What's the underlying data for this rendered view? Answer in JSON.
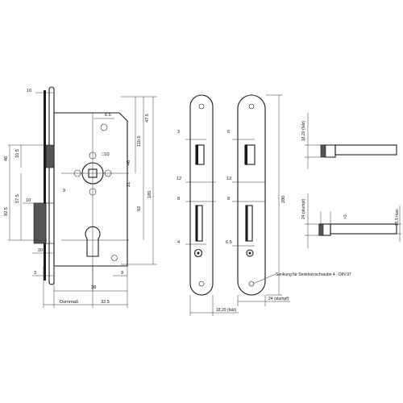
{
  "labels": {
    "d10_top": "10",
    "d6_5": "6.5",
    "d47_5": "47.5",
    "d110_5": "110.5",
    "d185": "185",
    "d46_right": "46",
    "d10_square": "□10",
    "d9_spindle": "9",
    "d21": "21",
    "d92": "92",
    "d46_left": "46",
    "d10_5": "10.5",
    "d57_5": "57.5",
    "d92_5": "92.5",
    "d10_mid": "10",
    "d20": "20",
    "d3_bottom": "3",
    "d38": "38",
    "d9_bottom": "9",
    "dornmass": "Dornmaß",
    "d32_5": "32.5",
    "fp_d3": "3",
    "fp_d12": "12",
    "fp_d8": "8",
    "fp_d4": "4",
    "sp_d6": "6",
    "sp_d12": "12",
    "sp_d8": "8",
    "sp_d6_5": "6.5",
    "d280": "280",
    "senkung": "Senkung für Senkholzschraube 4 - DIN 97",
    "d24_stumpf": "24 (stumpf)",
    "d18_20_falz": "18,20 (falz)",
    "bolt_18_20_falz": "18,20 (falz)",
    "bolt_24_stumpf": "24 (stumpf)",
    "bolt_gt3": ">3",
    "bolt_15_5max": "15,5 max."
  }
}
